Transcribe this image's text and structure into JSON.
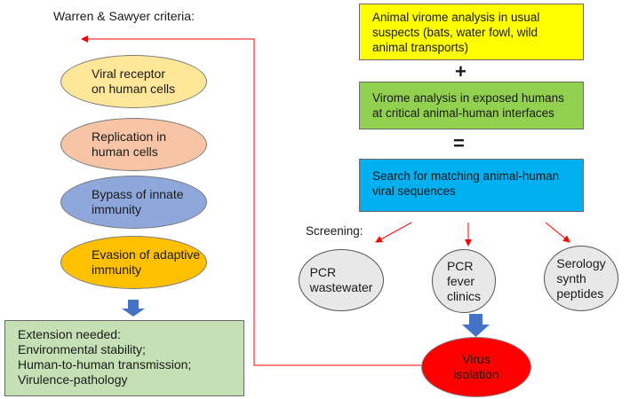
{
  "left": {
    "title": "Warren & Sawyer criteria:",
    "criteria": [
      {
        "line1": "Viral receptor",
        "line2": "on human cells",
        "color": "#ffe79a"
      },
      {
        "line1": "Replication in",
        "line2": "human cells",
        "color": "#f7c4a5"
      },
      {
        "line1": "Bypass of innate",
        "line2": "immunity",
        "color": "#8ea8dc"
      },
      {
        "line1": "Evasion of adaptive",
        "line2": "immunity",
        "color": "#ffc000"
      }
    ],
    "extension": {
      "lines": [
        "Extension needed:",
        "Environmental stability;",
        "Human-to-human transmission;",
        "Virulence-pathology"
      ],
      "color": "#c5e0b4"
    }
  },
  "right": {
    "boxes": [
      {
        "lines": [
          "Animal virome analysis in usual",
          "suspects (bats, water fowl, wild",
          "animal transports)"
        ],
        "color": "#ffff00"
      },
      {
        "lines": [
          "Virome analysis in exposed humans",
          "at critical animal-human interfaces"
        ],
        "color": "#92d050"
      },
      {
        "lines": [
          "Search for matching animal-human",
          "viral sequences"
        ],
        "color": "#00b0f0"
      }
    ],
    "plus": "+",
    "equals": "=",
    "screening_label": "Screening:",
    "screens": [
      {
        "lines": [
          "PCR",
          "wastewater"
        ]
      },
      {
        "lines": [
          "PCR",
          "fever",
          "clinics"
        ]
      },
      {
        "lines": [
          "Serology",
          "synth",
          "peptides"
        ]
      }
    ],
    "isolation": {
      "lines": [
        "Virus",
        "isolation"
      ],
      "color": "#ff0000"
    }
  },
  "colors": {
    "arrow_red": "#ff0000",
    "arrow_blue": "#4472c4",
    "circle_fill": "#e8e8e8"
  }
}
